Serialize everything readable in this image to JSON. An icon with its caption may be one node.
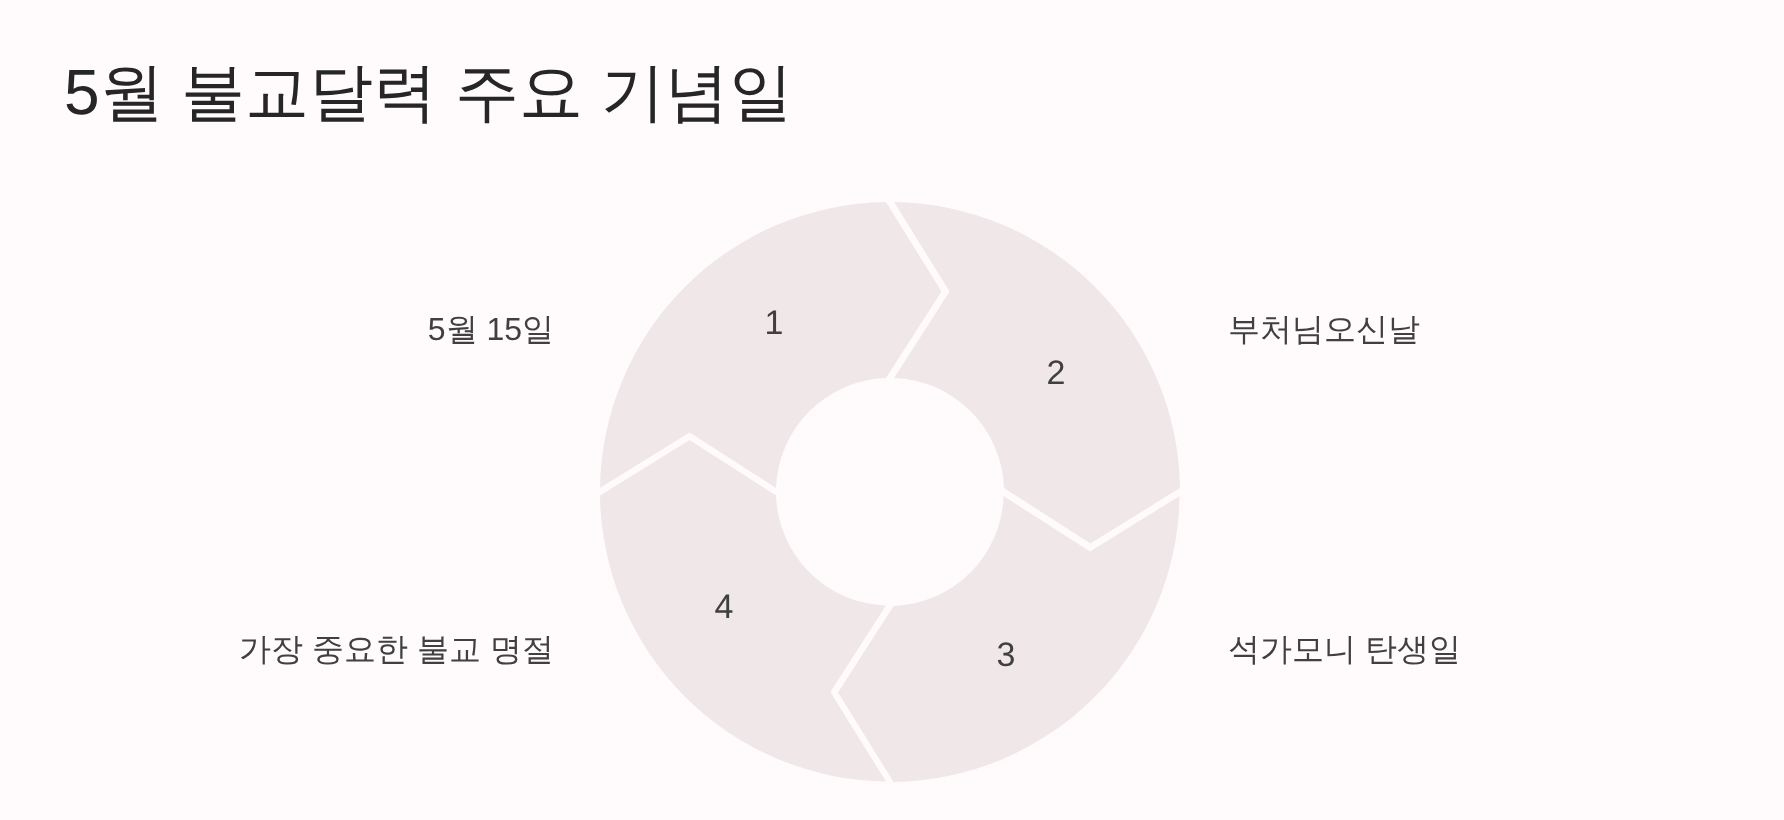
{
  "diagram": {
    "title": "5월 불교달력 주요 기념일",
    "nodes": [
      {
        "text": [
          "1"
        ],
        "beside": [
          "5월 15일"
        ]
      },
      {
        "text": [
          "2"
        ],
        "beside": [
          "부처님오신날"
        ]
      },
      {
        "text": [
          "3"
        ],
        "beside": [
          "석가모니 탄생일"
        ]
      },
      {
        "text": [
          "4"
        ],
        "beside": [
          "가장 중요한 불교 명절"
        ]
      }
    ]
  }
}
